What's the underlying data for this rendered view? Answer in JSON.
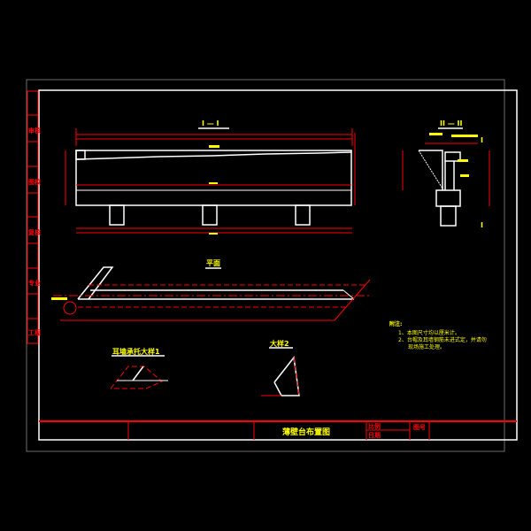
{
  "drawing": {
    "title": "薄壁台布置图",
    "views": {
      "section_1": "I — I",
      "section_2": "II — II",
      "plan": "平面",
      "detail_1": "耳墙承托大样1",
      "detail_2": "大样2"
    },
    "notes": {
      "heading": "附注:",
      "items": [
        "1、本图尺寸均以厘米计。",
        "2、台帽及耳墙钢筋未进式定，并请勿",
        "现场施工处理。"
      ]
    },
    "title_block": {
      "scale_label": "比例",
      "date_label": "日期",
      "drawing_no_label": "图号"
    },
    "side_strip": [
      "审核",
      "图校",
      "复核",
      "专业",
      "工程"
    ],
    "section_marks": [
      "I",
      "I"
    ]
  },
  "colors": {
    "background": "#000000",
    "frame": "#ffffff",
    "lines": "#ff0000",
    "text": "#ffff00"
  }
}
